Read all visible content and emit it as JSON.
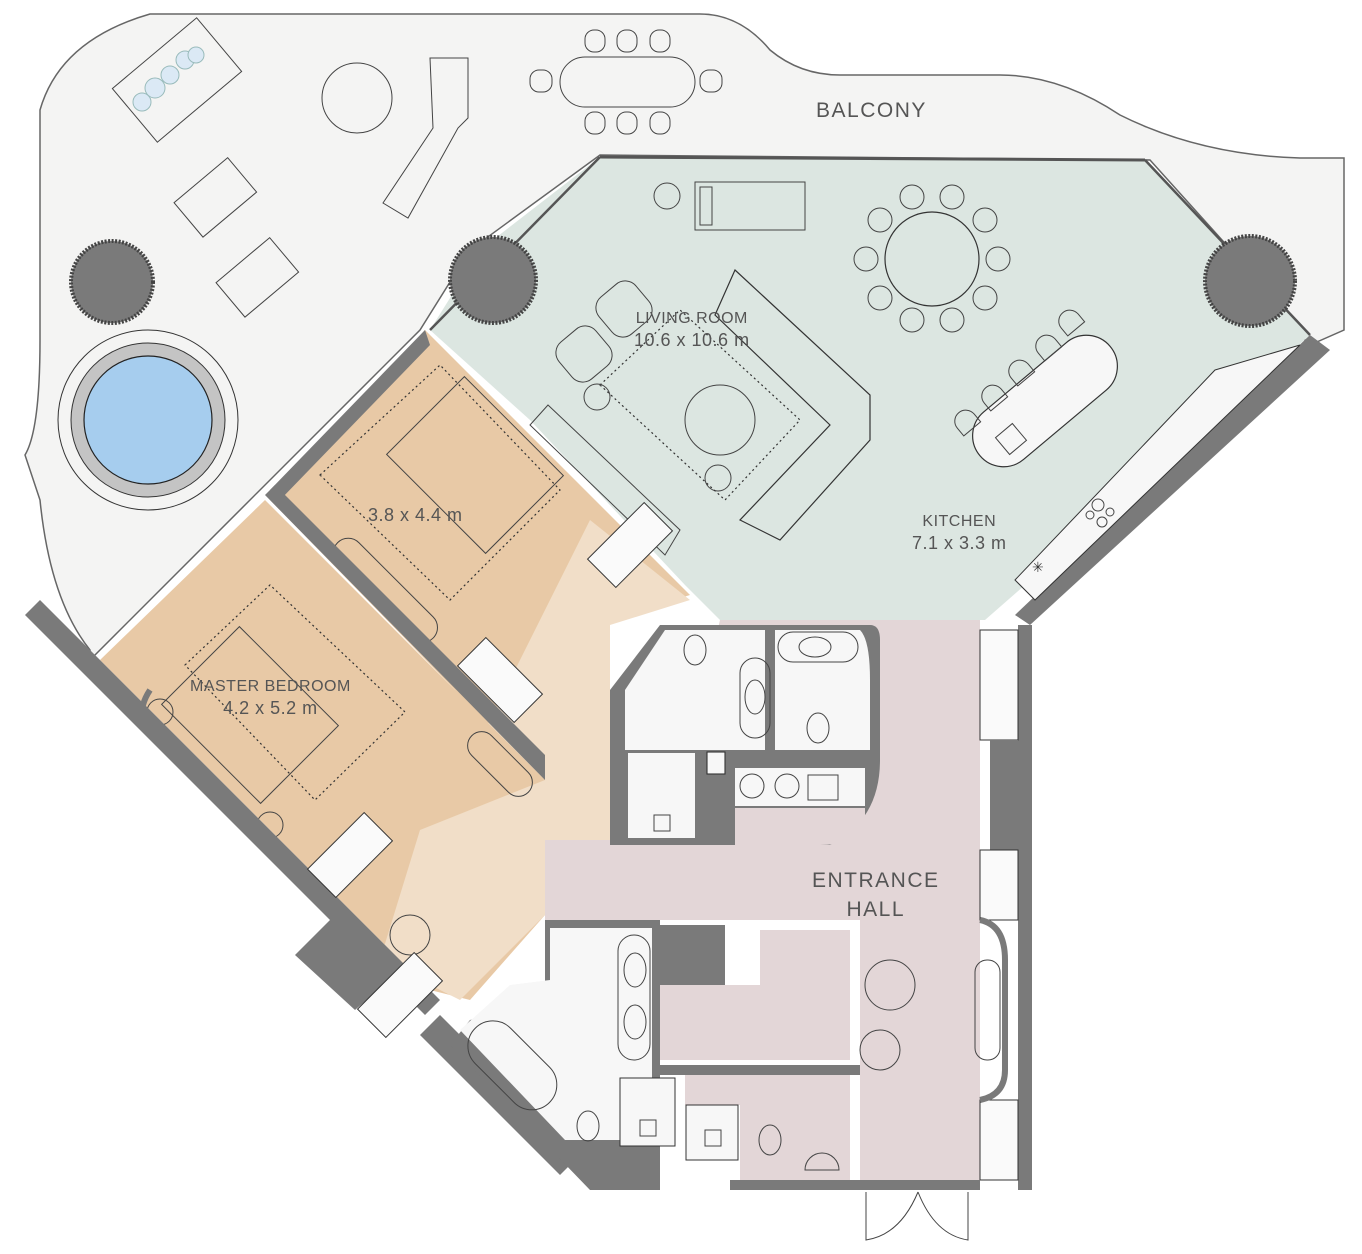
{
  "plan": {
    "colors": {
      "balcony": "#f4f4f3",
      "living": "#dce6e1",
      "bedroom": "#e8c9a6",
      "bedroom_light": "#f1dec8",
      "entrance": "#e3d6d7",
      "wet_room": "#f7f7f7",
      "wall": "#7a7a7a",
      "pool": "#a6cdee",
      "pool_rim": "#c4c4c4",
      "column": "#7a7a7a",
      "label_text": "#555555"
    },
    "rooms": {
      "balcony": {
        "name": "BALCONY",
        "dims": ""
      },
      "living": {
        "name": "LIVING ROOM",
        "dims": "10.6 x 10.6 m"
      },
      "kitchen": {
        "name": "KITCHEN",
        "dims": "7.1 x 3.3 m"
      },
      "bedroom2": {
        "name": "",
        "dims": "3.8 x 4.4 m"
      },
      "master": {
        "name": "MASTER BEDROOM",
        "dims": "4.2 x 5.2 m"
      },
      "entrance": {
        "name": "ENTRANCE",
        "name2": "HALL"
      }
    },
    "icons": [
      "pool-icon",
      "column-icon",
      "sun-lounger-icon",
      "dining-table-icon",
      "sofa-icon",
      "armchair-icon",
      "bed-icon",
      "bathtub-icon",
      "toilet-icon",
      "sink-icon",
      "shower-icon",
      "hob-icon",
      "fridge-icon",
      "door-swing-icon",
      "washer-icon",
      "kitchen-island-icon",
      "piano-icon"
    ]
  }
}
